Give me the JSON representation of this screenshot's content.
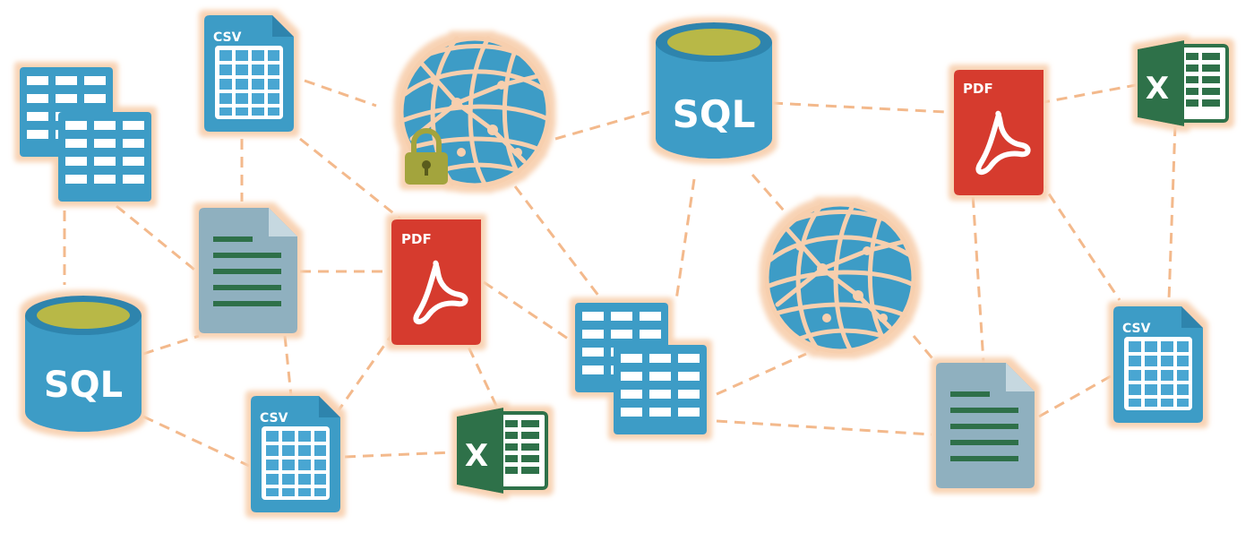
{
  "colors": {
    "background": "#ffffff",
    "halo": "#f8d3b4",
    "connector": "#f3b98c",
    "blue": "#3c9cc6",
    "blue_dark": "#2d84ad",
    "sheet_blue": "#4aa6d2",
    "pdf_red": "#d63a2f",
    "excel_green": "#2d7149",
    "doc_gray": "#8fb0bf",
    "doc_line": "#2e7048",
    "sql_top": "#b8b846",
    "lock_olive": "#a3a43d"
  },
  "labels": {
    "sql": "SQL",
    "csv": "CSV",
    "pdf": "PDF",
    "excel": "X"
  },
  "nodes": [
    {
      "id": "tables-1",
      "icon": "tables-icon"
    },
    {
      "id": "csv-1",
      "icon": "csv-file-icon"
    },
    {
      "id": "globe-lock",
      "icon": "secure-globe-icon"
    },
    {
      "id": "sql-2",
      "icon": "sql-database-icon"
    },
    {
      "id": "pdf-2",
      "icon": "pdf-file-icon"
    },
    {
      "id": "excel-2",
      "icon": "excel-file-icon"
    },
    {
      "id": "doc-1",
      "icon": "document-icon"
    },
    {
      "id": "pdf-1",
      "icon": "pdf-file-icon"
    },
    {
      "id": "globe-2",
      "icon": "globe-icon"
    },
    {
      "id": "sql-1",
      "icon": "sql-database-icon"
    },
    {
      "id": "tables-2",
      "icon": "tables-icon"
    },
    {
      "id": "csv-3",
      "icon": "csv-file-icon"
    },
    {
      "id": "csv-2",
      "icon": "csv-file-icon"
    },
    {
      "id": "excel-1",
      "icon": "excel-file-icon"
    },
    {
      "id": "doc-2",
      "icon": "document-icon"
    }
  ]
}
